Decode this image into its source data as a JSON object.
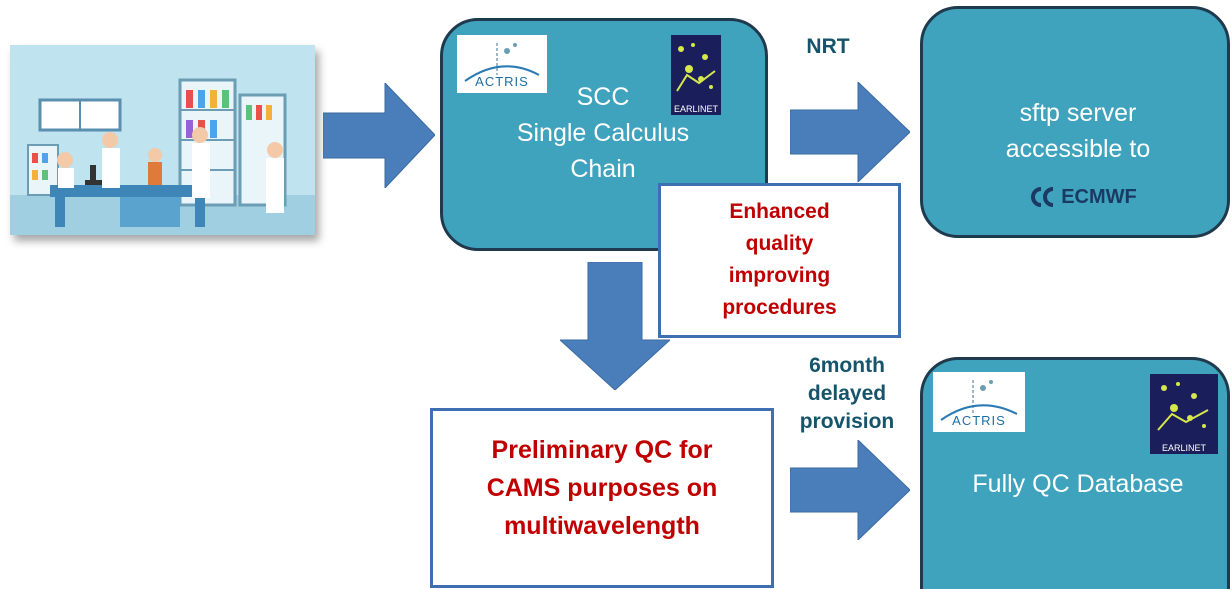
{
  "scc_box": {
    "title": "SCC",
    "line2": "Single Calculus",
    "line3": "Chain",
    "actris_logo": "ACTRIS",
    "earlinet_logo": "EARLINET"
  },
  "nrt_label": "NRT",
  "sftp_box": {
    "line1": "sftp server",
    "line2": "accessible to",
    "ecmwf_logo": "ECMWF"
  },
  "enhanced_box": {
    "line1": "Enhanced",
    "line2": "quality",
    "line3": "improving",
    "line4": "procedures"
  },
  "preliminary_box": {
    "line1": "Preliminary QC for",
    "line2": "CAMS purposes on",
    "line3": "multiwavelength"
  },
  "delay_label": {
    "line1": "6month",
    "line2": "delayed",
    "line3": "provision"
  },
  "database_box": {
    "title": "Fully QC Database",
    "actris_logo": "ACTRIS",
    "earlinet_logo": "EARLINET"
  },
  "icons": [
    "laboratory-illustration",
    "right-arrow",
    "down-arrow"
  ],
  "colors": {
    "box_fill": "#40a3bd",
    "box_border": "#1f3a4d",
    "arrow": "#4a7ebb",
    "emphasis_text": "#c00000",
    "label_text": "#15546a"
  }
}
